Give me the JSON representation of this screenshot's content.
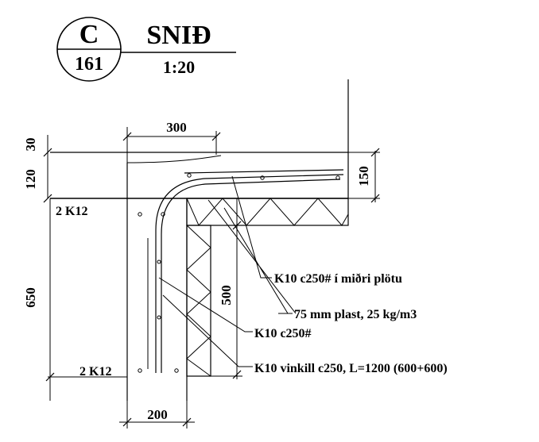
{
  "title_block": {
    "section_letter": "C",
    "sheet_number": "161",
    "section_title": "SNIÐ",
    "scale": "1:20"
  },
  "dimensions": {
    "top_width": "300",
    "top_thickness": "30",
    "slab_thickness": "120",
    "right_thickness": "150",
    "wall_height": "650",
    "insulation_height": "500",
    "wall_width": "200"
  },
  "labels": {
    "rebar_top": "2 K12",
    "rebar_bottom": "2 K12",
    "callout_1": "K10 c250# í miðri plötu",
    "callout_2": "75 mm plast, 25 kg/m3",
    "callout_3": "K10 c250#",
    "callout_4": "K10 vinkill c250, L=1200 (600+600)"
  },
  "colors": {
    "line": "#000000",
    "background": "#ffffff"
  }
}
